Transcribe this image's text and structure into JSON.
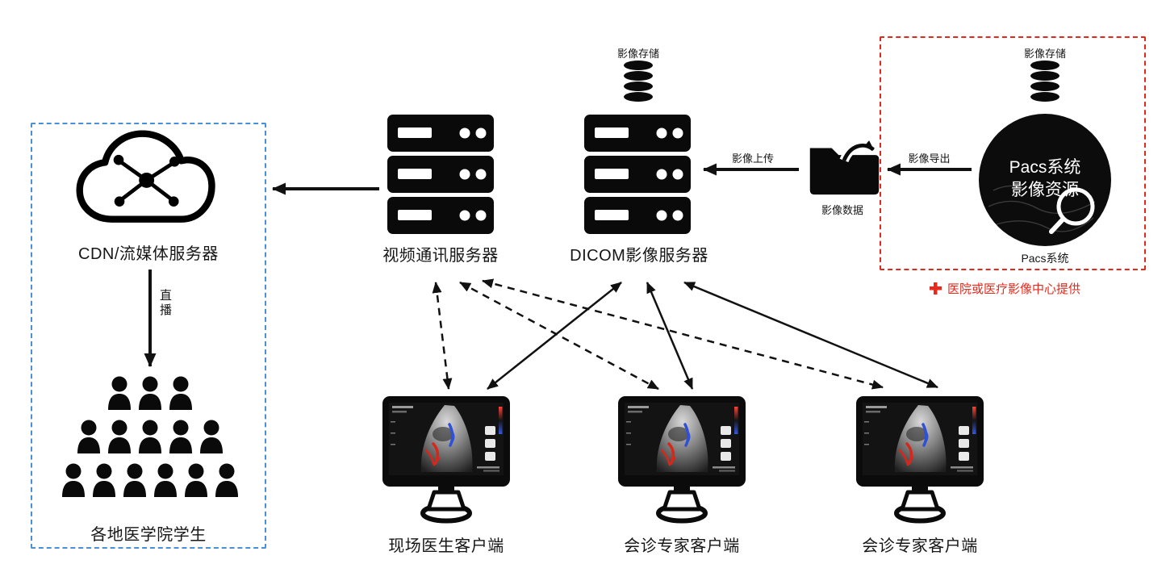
{
  "labels": {
    "cdn": "CDN/流媒体服务器",
    "live": "直播",
    "students": "各地医学院学生",
    "video_server": "视频通讯服务器",
    "dicom_server": "DICOM影像服务器",
    "dicom_storage": "影像存储",
    "upload": "影像上传",
    "folder_data": "影像数据",
    "export": "影像导出",
    "pacs_storage": "影像存储",
    "pacs_line1": "Pacs系统",
    "pacs_line2": "影像资源",
    "pacs_caption": "Pacs系统",
    "provider_note": "医院或医疗影像中心提供"
  },
  "clients": [
    {
      "label": "现场医生客户端"
    },
    {
      "label": "会诊专家客户端"
    },
    {
      "label": "会诊专家客户端"
    }
  ],
  "icons": {
    "provider_plus": "plus",
    "cdn": "cloud-network",
    "servers": "server-rack",
    "storage": "database-cylinder",
    "image_data": "folder-with-arrow",
    "pacs": "black-circle-with-magnifier",
    "students": "people-pyramid",
    "clients": "monitor-with-ultrasound"
  },
  "colors": {
    "red_accent": "#e0291c",
    "blue_accent": "#4a90d9",
    "icon_black": "#0a0a0a",
    "doppler_red": "#d6281a",
    "doppler_blue": "#3050d6"
  }
}
